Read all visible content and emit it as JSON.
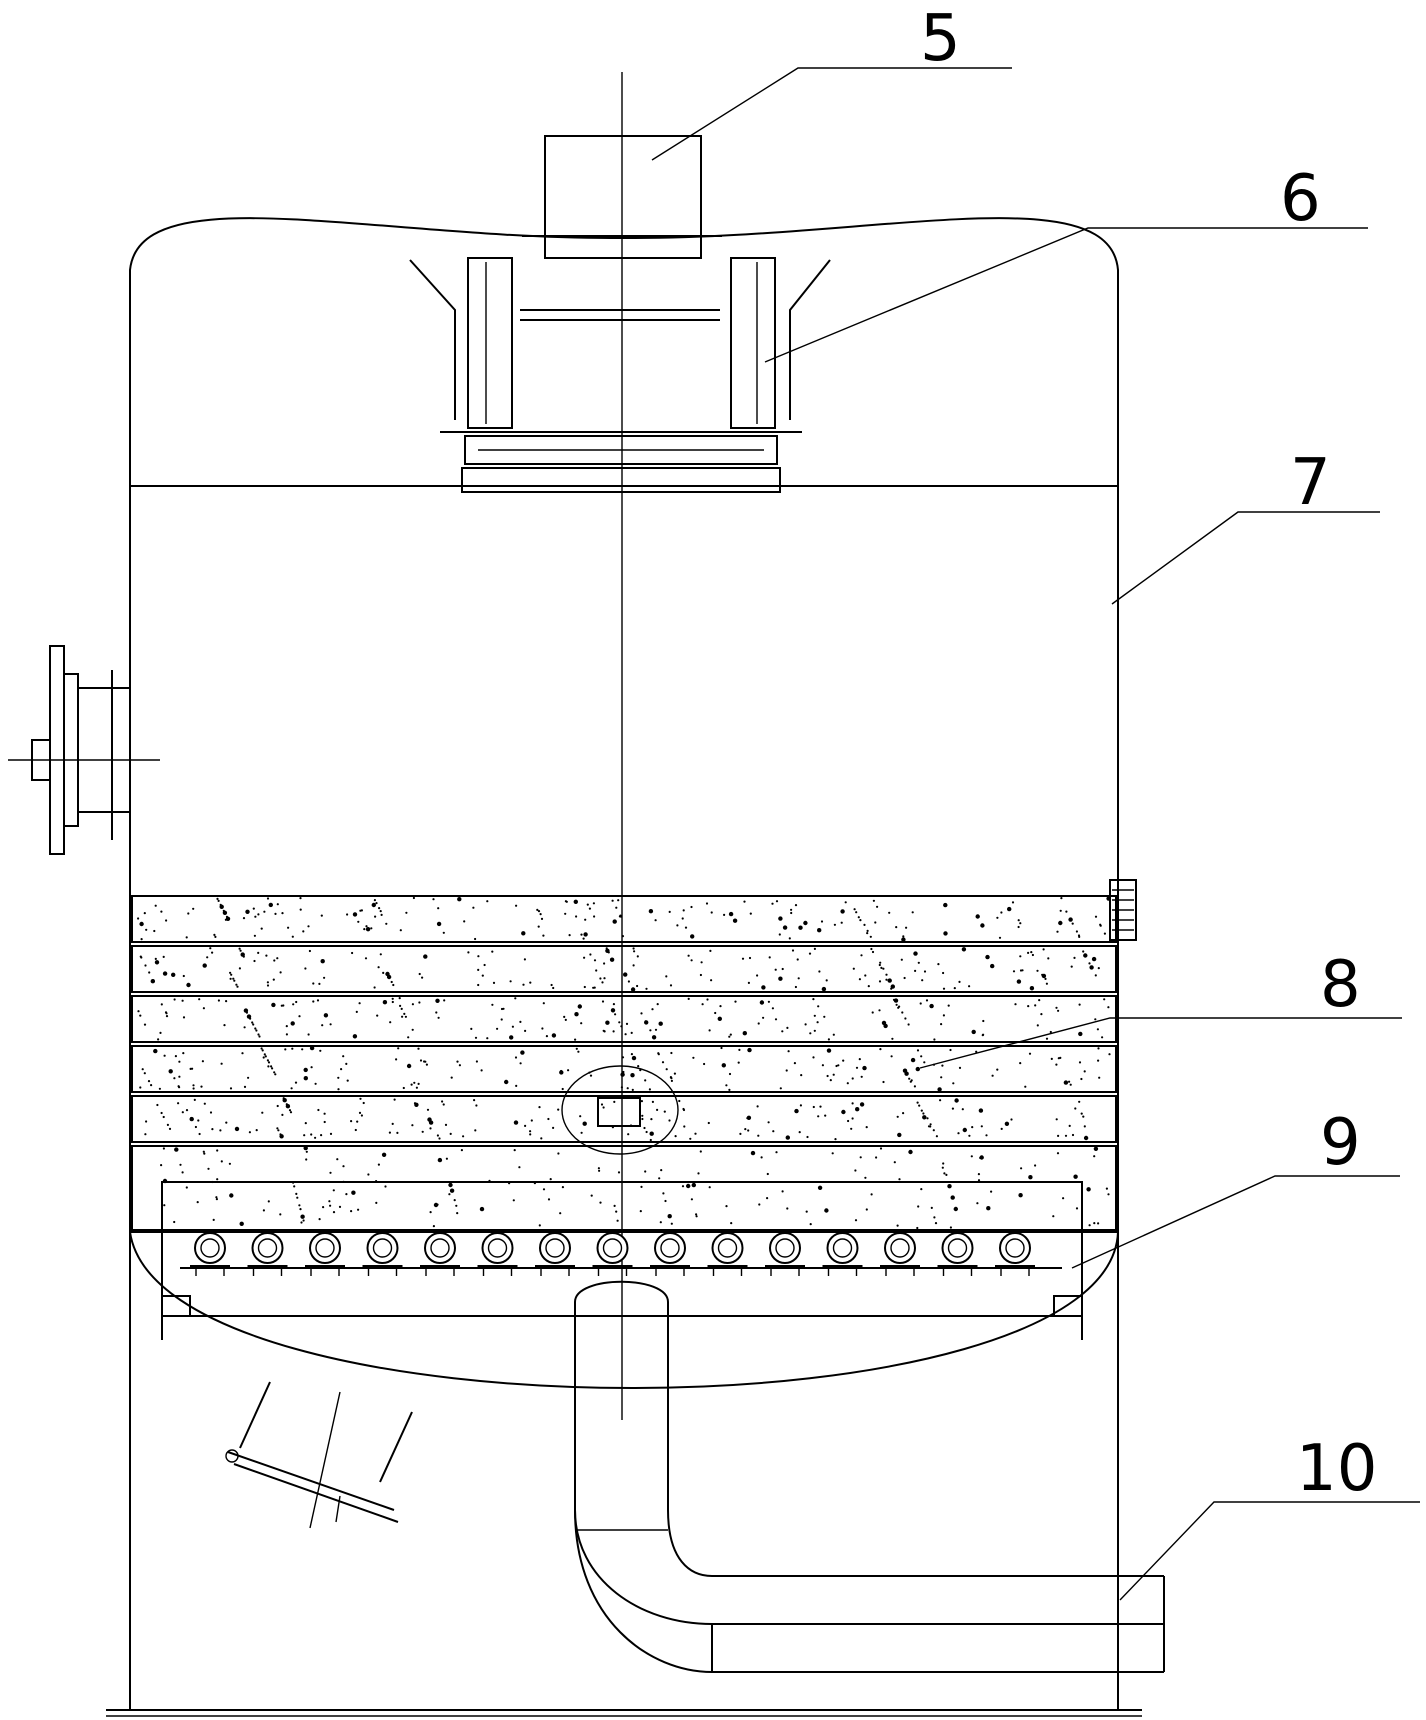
{
  "labels": [
    {
      "id": "5",
      "text": "5"
    },
    {
      "id": "6",
      "text": "6"
    },
    {
      "id": "7",
      "text": "7"
    },
    {
      "id": "8",
      "text": "8"
    },
    {
      "id": "9",
      "text": "9"
    },
    {
      "id": "10",
      "text": "10"
    }
  ],
  "media_layer_count": 6,
  "nozzle_count": 15
}
